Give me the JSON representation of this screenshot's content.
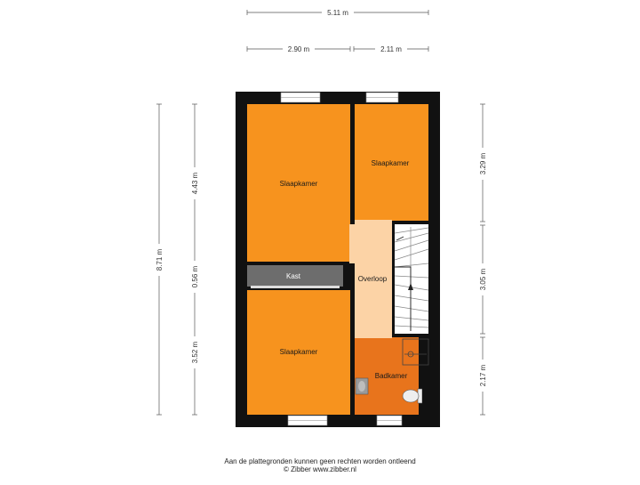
{
  "dimensions": {
    "total_width": "5.11 m",
    "width_left": "2.90 m",
    "width_right": "2.11 m",
    "total_height": "8.71 m",
    "left_top": "4.43 m",
    "left_mid": "0.56 m",
    "left_bottom": "3.52 m",
    "right_top": "3.29 m",
    "right_mid": "3.05 m",
    "right_bottom": "2.17 m"
  },
  "rooms": {
    "bedroom_top_left": "Slaapkamer",
    "bedroom_top_right": "Slaapkamer",
    "closet": "Kast",
    "landing": "Overloop",
    "bedroom_bottom_left": "Slaapkamer",
    "bathroom": "Badkamer"
  },
  "colors": {
    "bedroom": "#f7931e",
    "bathroom": "#e8741c",
    "landing": "#fcd3a6",
    "closet": "#6d6d6d",
    "wall": "#111111",
    "stairs": "#ffffff"
  },
  "footer": {
    "line1": "Aan de plattegronden kunnen geen rechten worden ontleend",
    "line2": "© Zibber www.zibber.nl"
  }
}
